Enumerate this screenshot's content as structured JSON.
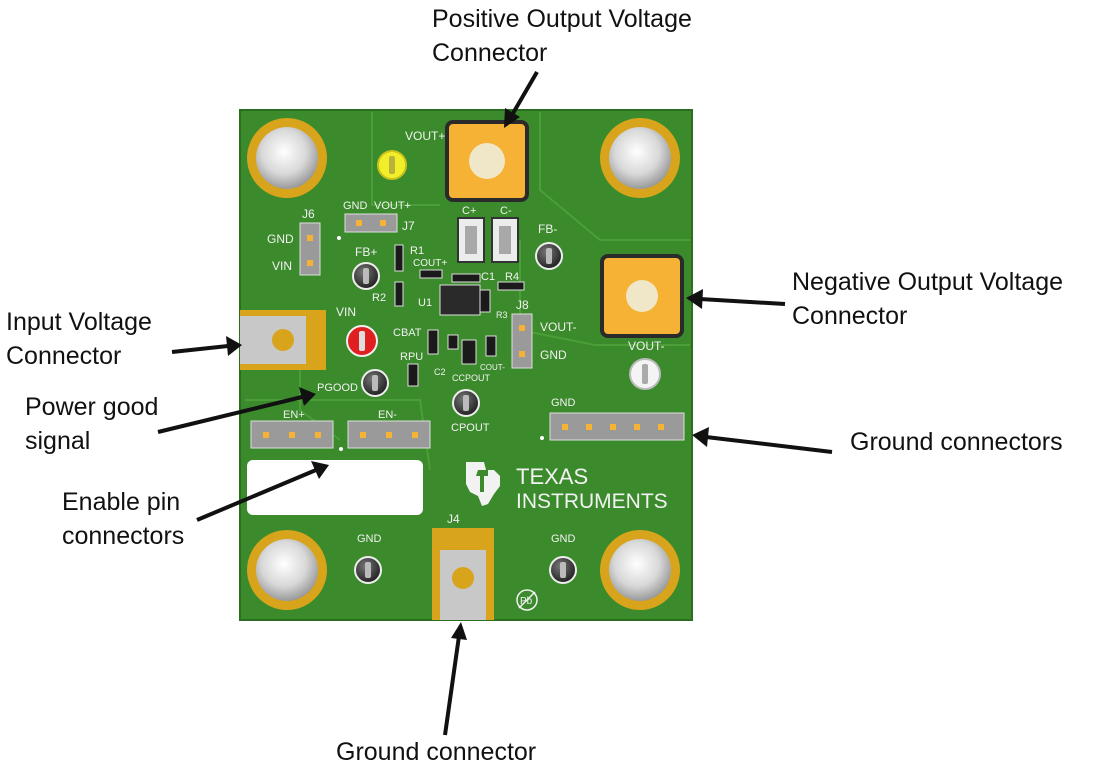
{
  "callouts": {
    "positive_output": "Positive Output Voltage\nConnector",
    "negative_output": "Negative Output Voltage\nConnector",
    "input_voltage": "Input Voltage\nConnector",
    "power_good": "Power good\nsignal",
    "enable_pins": "Enable pin\nconnectors",
    "ground_connectors": "Ground connectors",
    "ground_connector": "Ground connector"
  },
  "silkscreen": {
    "vout_plus": "VOUT+",
    "vout_minus": "VOUT-",
    "vin": "VIN",
    "j4": "J4",
    "j6": "J6",
    "j6_gnd": "GND",
    "j6_vin": "VIN",
    "j7": "J7",
    "j7_gnd": "GND",
    "j7_vout": "VOUT+",
    "j8": "J8",
    "j8_vout": "VOUT-",
    "j8_gnd": "GND",
    "fb_plus": "FB+",
    "fb_minus": "FB-",
    "r1": "R1",
    "r2": "R2",
    "r3": "R3",
    "r4": "R4",
    "u1": "U1",
    "c1": "C1",
    "c2": "C2",
    "c_plus": "C+",
    "c_minus": "C-",
    "cout_plus": "COUT+",
    "cout_minus": "COUT-",
    "cbat": "CBAT",
    "rpu": "RPU",
    "pgood": "PGOOD",
    "ccpout": "CCPOUT",
    "cpout": "CPOUT",
    "en_plus": "EN+",
    "en_minus": "EN-",
    "gnd_header": "GND",
    "gnd_left": "GND",
    "gnd_right": "GND",
    "logo_line1": "TEXAS",
    "logo_line2": "INSTRUMENTS",
    "pb_free": "Pb"
  },
  "colors": {
    "pcb_green": "#3b8a2b",
    "gold": "#d7a41c",
    "pad_orange": "#f5b234",
    "testpoint_red": "#e02020",
    "testpoint_yellow": "#f3ee2a",
    "silkscreen": "#f2f2f2"
  }
}
